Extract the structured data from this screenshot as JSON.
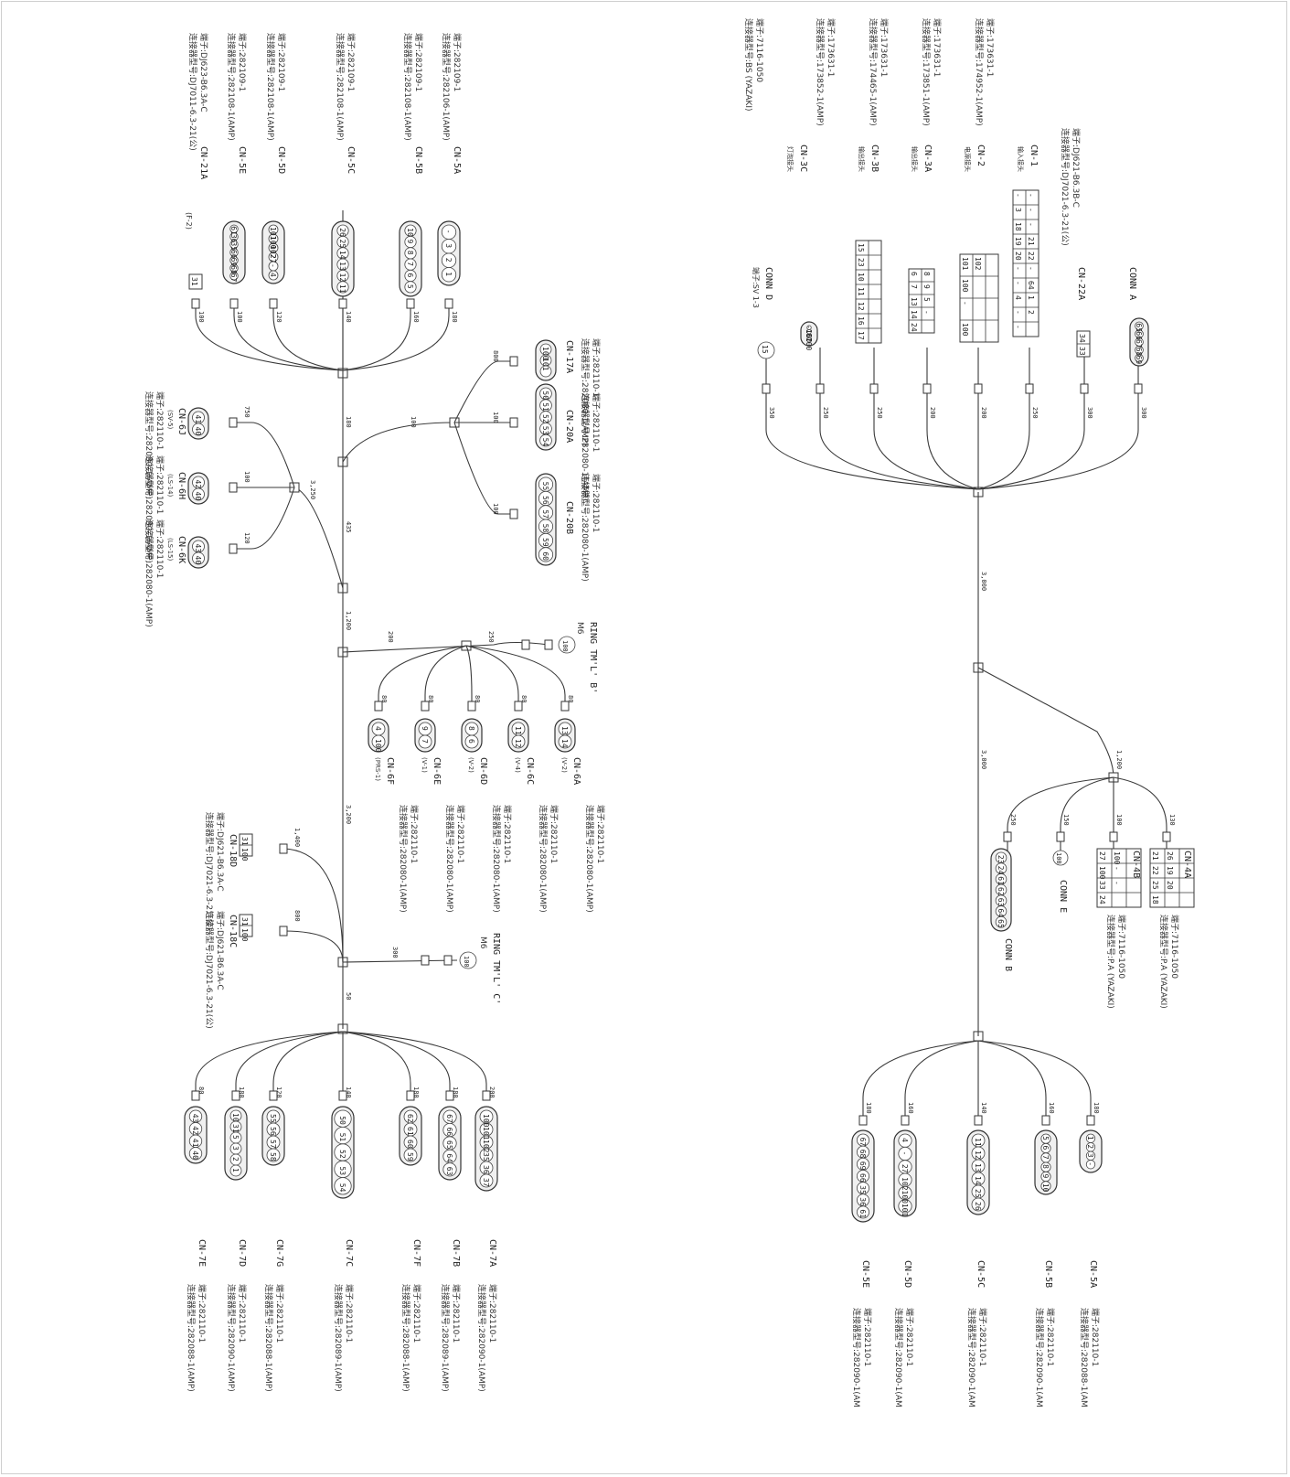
{
  "harness_a": {
    "connectors": [
      {
        "name": "CN-1",
        "part": "174952-1(AMP)",
        "terminal": "173631-1",
        "note": "输入接头",
        "pins": "- 3 18 19 20 - - 4 - - - - - 21 22 - 64 1 2"
      },
      {
        "name": "CN-2",
        "part": "173851-1(AMP)",
        "terminal": "173631-1",
        "note": "电源接头",
        "pins": "101 100 - 100 102"
      },
      {
        "name": "CN-3A",
        "part": "174465-1(AMP)",
        "terminal": "173631-1",
        "note": "输出接头",
        "pins": "6 7 13 14 24 8 9 5 -"
      },
      {
        "name": "CN-3B",
        "part": "173852-1(AMP)",
        "terminal": "173631-1",
        "note": "输出接头",
        "pins": "15 23 10 11 12 16 17"
      },
      {
        "name": "CN-3C",
        "part": "BS (YAZAKI)",
        "terminal": "7116-1050",
        "note": "灯泡接头",
        "pins": "- 16 17 100"
      },
      {
        "name": "CN-22A",
        "part": "DJ7021-6.3-21(公)",
        "terminal": "DJ621-B6.3B-C",
        "note": "",
        "pins": "34 33"
      },
      {
        "name": "CONN A",
        "part": "",
        "terminal": "",
        "note": "",
        "pins": "65 66 67 68 69"
      },
      {
        "name": "CONN D",
        "part": "SV 1-3",
        "terminal": "",
        "note": "",
        "pins": "15"
      },
      {
        "name": "CN-4A",
        "part": "P.A (YAZAKI)",
        "terminal": "7116-1050",
        "note": "",
        "pins": "21 22 25 18 26 19 20"
      },
      {
        "name": "CN-4B",
        "part": "P.A (YAZAKI)",
        "terminal": "7116-1050",
        "note": "",
        "pins": "27 100 33 24 100 - -"
      },
      {
        "name": "CONN E",
        "part": "",
        "terminal": "",
        "note": "",
        "pins": "100"
      },
      {
        "name": "CONN B",
        "part": "",
        "terminal": "",
        "note": "",
        "pins": "23 24 61 62 63 64 65"
      },
      {
        "name": "CN-5A",
        "part": "282088-1(AM",
        "terminal": "282110-1",
        "note": "",
        "pins": "1 2 3 -"
      },
      {
        "name": "CN-5B",
        "part": "282090-1(AM",
        "terminal": "282110-1",
        "note": "",
        "pins": "5 6 7 8 9 10"
      },
      {
        "name": "CN-5C",
        "part": "282090-1(AM",
        "terminal": "282110-1",
        "note": "",
        "pins": "11 12 13 14 25 26"
      },
      {
        "name": "CN-5D",
        "part": "282090-1(AM",
        "terminal": "282110-1",
        "note": "",
        "pins": "4 - 27 102 100 101"
      },
      {
        "name": "CN-5E",
        "part": "282090-1(AM",
        "terminal": "282110-1",
        "note": "",
        "pins": "67 68 69 66 35 36 61"
      }
    ],
    "lengths": [
      "300",
      "300",
      "250",
      "200",
      "200",
      "250",
      "250",
      "350",
      "3,000",
      "3,000",
      "1,200",
      "250",
      "150",
      "100",
      "130",
      "180",
      "160",
      "140",
      "160",
      "180"
    ]
  },
  "harness_b": {
    "connectors": [
      {
        "name": "CN-5A",
        "part": "282106-1(AMP)",
        "terminal": "282109-1",
        "pins": "- 3 2 1"
      },
      {
        "name": "CN-5B",
        "part": "282108-1(AMP)",
        "terminal": "282109-1",
        "pins": "10 9 8 7 6 5"
      },
      {
        "name": "CN-5C",
        "part": "282108-1(AMP)",
        "terminal": "282109-1",
        "pins": "26 25 14 13 12 11"
      },
      {
        "name": "CN-5D",
        "part": "282108-1(AMP)",
        "terminal": "282109-1",
        "pins": "101 100 102 27 - 4"
      },
      {
        "name": "CN-5E",
        "part": "282108-1(AMP)",
        "terminal": "282109-1",
        "pins": "61 36 35 66 69 68 67"
      },
      {
        "name": "CN-21A",
        "part": "DJ7011-6.3-21(公)",
        "terminal": "DJ623-B6.3A-C",
        "note": "(F-2)",
        "pins": "31"
      },
      {
        "name": "CN-17A",
        "part": "282080-1(AMP)",
        "terminal": "282110-1",
        "pins": "100 101"
      },
      {
        "name": "CN-20A",
        "part": "282080-1(AMP)",
        "terminal": "282110-1",
        "pins": "50 51 52 53 54"
      },
      {
        "name": "CN-20B",
        "part": "282080-1(AMP)",
        "terminal": "282110-1",
        "pins": "55 56 57 58 59 60"
      },
      {
        "name": "CN-6J",
        "part": "282080-1(AMP)",
        "terminal": "282110-1",
        "note": "(SV-5)",
        "pins": "41 40"
      },
      {
        "name": "CN-6H",
        "part": "282080-1(AMP)",
        "terminal": "282110-1",
        "note": "(LS-14)",
        "pins": "42 40"
      },
      {
        "name": "CN-6K",
        "part": "282080-1(AMP)",
        "terminal": "282110-1",
        "note": "(LS-15)",
        "pins": "43 40"
      },
      {
        "name": "RING TM'L' B'",
        "part": "M6",
        "terminal": "",
        "pins": "100"
      },
      {
        "name": "CN-6A",
        "part": "282080-1(AMP)",
        "terminal": "282110-1",
        "note": "(V-2)",
        "pins": "13 14"
      },
      {
        "name": "CN-6C",
        "part": "282080-1(AMP)",
        "terminal": "282110-1",
        "note": "(V-4)",
        "pins": "11 12"
      },
      {
        "name": "CN-6D",
        "part": "282080-1(AMP)",
        "terminal": "282110-1",
        "note": "(V-2)",
        "pins": "8 6"
      },
      {
        "name": "CN-6E",
        "part": "282080-1(AMP)",
        "terminal": "282110-1",
        "note": "(V-1)",
        "pins": "9 7"
      },
      {
        "name": "CN-6F",
        "part": "282080-1(AMP)",
        "terminal": "282110-1",
        "note": "(PRS-1)",
        "pins": "4 100"
      },
      {
        "name": "CN-18D",
        "part": "DJ7021-6.3-21(公)",
        "terminal": "DJ621-B6.3A-C",
        "pins": "31 100"
      },
      {
        "name": "CN-18C",
        "part": "DJ7021-6.3-21(公)",
        "terminal": "DJ621-B6.3A-C",
        "pins": "31 100"
      },
      {
        "name": "RING TM'L' C'",
        "part": "M6",
        "terminal": "",
        "pins": "100"
      },
      {
        "name": "CN-7A",
        "part": "282090-1(AMP)",
        "terminal": "282110-1",
        "pins": "100 101 102 35 36 37"
      },
      {
        "name": "CN-7B",
        "part": "282089-1(AMP)",
        "terminal": "282110-1",
        "pins": "67 66 65 64 63"
      },
      {
        "name": "CN-7F",
        "part": "282088-1(AMP)",
        "terminal": "282110-1",
        "pins": "62 61 60 59"
      },
      {
        "name": "CN-7C",
        "part": "282089-1(AMP)",
        "terminal": "282110-1",
        "pins": "50 51 52 53 54"
      },
      {
        "name": "CN-7G",
        "part": "282088-1(AMP)",
        "terminal": "282110-1",
        "pins": "55 56 57 58"
      },
      {
        "name": "CN-7D",
        "part": "282090-1(AMP)",
        "terminal": "282110-1",
        "pins": "10 31 5 3 2 1"
      },
      {
        "name": "CN-7E",
        "part": "282088-1(AMP)",
        "terminal": "282110-1",
        "pins": "43 42 41 40"
      }
    ],
    "lengths": [
      "180",
      "160",
      "140",
      "120",
      "100",
      "800",
      "100",
      "100",
      "100",
      "100",
      "300",
      "750",
      "100",
      "120",
      "3,250",
      "435",
      "1,200",
      "250",
      "200",
      "80",
      "80",
      "80",
      "80",
      "80",
      "3,200",
      "1,400",
      "800",
      "300",
      "50",
      "200",
      "180",
      "180",
      "140",
      "120",
      "180",
      "80"
    ]
  },
  "labels": {
    "part_prefix": "连接器型号:",
    "terminal_prefix": "端子:"
  }
}
